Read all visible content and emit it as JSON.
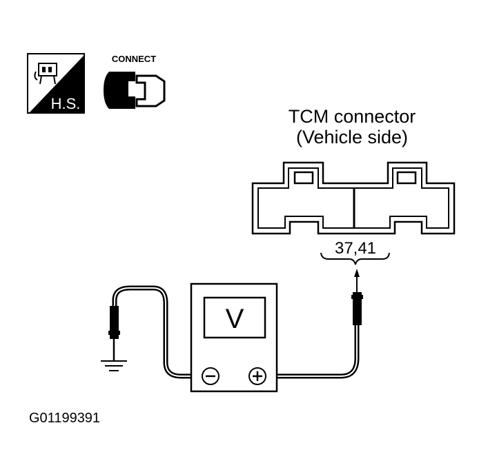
{
  "icons": {
    "hs_badge": {
      "label": "H.S.",
      "icon": "harness-sensor-icon"
    },
    "connect_badge": {
      "label": "CONNECT",
      "icon": "connector-plug-icon"
    }
  },
  "connector": {
    "title_line1": "TCM connector",
    "title_line2": "(Vehicle side)",
    "terminals": "37,41"
  },
  "meter": {
    "display": "V",
    "negative_symbol": "⊖",
    "positive_symbol": "⊕"
  },
  "figure_id": "G01199391",
  "colors": {
    "ink": "#000000",
    "paper": "#ffffff"
  }
}
